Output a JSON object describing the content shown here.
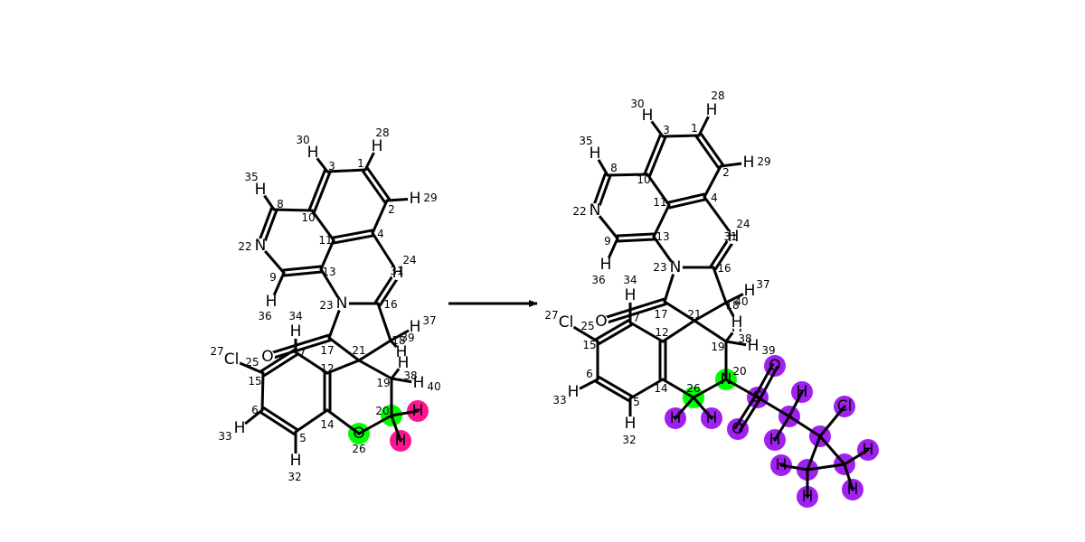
{
  "colors": {
    "reaction_center": "#00ff00",
    "leaving_atom": "#ff1493",
    "added_fragment": "#a020f0",
    "bond": "#000000",
    "background": "#ffffff"
  },
  "reactant": {
    "atoms": [
      {
        "id": "1",
        "el": "C"
      },
      {
        "id": "2",
        "el": "C"
      },
      {
        "id": "3",
        "el": "C"
      },
      {
        "id": "4",
        "el": "C"
      },
      {
        "id": "5",
        "el": "C"
      },
      {
        "id": "6",
        "el": "C"
      },
      {
        "id": "7",
        "el": "C"
      },
      {
        "id": "8",
        "el": "C"
      },
      {
        "id": "9",
        "el": "C"
      },
      {
        "id": "10",
        "el": "C"
      },
      {
        "id": "11",
        "el": "C"
      },
      {
        "id": "12",
        "el": "C"
      },
      {
        "id": "13",
        "el": "C"
      },
      {
        "id": "14",
        "el": "C"
      },
      {
        "id": "15",
        "el": "C"
      },
      {
        "id": "16",
        "el": "C"
      },
      {
        "id": "17",
        "el": "C"
      },
      {
        "id": "18",
        "el": "C"
      },
      {
        "id": "19",
        "el": "C"
      },
      {
        "id": "20",
        "el": "C",
        "hl": "reaction_center"
      },
      {
        "id": "21",
        "el": "C"
      },
      {
        "id": "22",
        "el": "N"
      },
      {
        "id": "23",
        "el": "N"
      },
      {
        "id": "24",
        "el": "O"
      },
      {
        "id": "25",
        "el": "Cl"
      },
      {
        "id": "26",
        "el": "O",
        "hl": "reaction_center"
      },
      {
        "id": "27",
        "el": "O"
      },
      {
        "id": "28",
        "el": "H"
      },
      {
        "id": "29",
        "el": "H"
      },
      {
        "id": "30",
        "el": "H"
      },
      {
        "id": "31",
        "el": "H"
      },
      {
        "id": "32",
        "el": "H"
      },
      {
        "id": "33",
        "el": "H"
      },
      {
        "id": "34",
        "el": "H"
      },
      {
        "id": "35",
        "el": "H"
      },
      {
        "id": "36",
        "el": "H"
      },
      {
        "id": "37",
        "el": "H"
      },
      {
        "id": "38",
        "el": "H"
      },
      {
        "id": "39",
        "el": "H"
      },
      {
        "id": "40",
        "el": "H"
      },
      {
        "id": "H_a",
        "el": "H",
        "hl": "leaving_atom"
      },
      {
        "id": "H_b",
        "el": "H",
        "hl": "leaving_atom"
      }
    ]
  },
  "product": {
    "atoms": [
      {
        "id": "1",
        "el": "C"
      },
      {
        "id": "2",
        "el": "C"
      },
      {
        "id": "3",
        "el": "C"
      },
      {
        "id": "4",
        "el": "C"
      },
      {
        "id": "5",
        "el": "C"
      },
      {
        "id": "6",
        "el": "C"
      },
      {
        "id": "7",
        "el": "C"
      },
      {
        "id": "8",
        "el": "C"
      },
      {
        "id": "9",
        "el": "C"
      },
      {
        "id": "10",
        "el": "C"
      },
      {
        "id": "11",
        "el": "C"
      },
      {
        "id": "12",
        "el": "C"
      },
      {
        "id": "13",
        "el": "C"
      },
      {
        "id": "14",
        "el": "C"
      },
      {
        "id": "15",
        "el": "C"
      },
      {
        "id": "16",
        "el": "C"
      },
      {
        "id": "17",
        "el": "C"
      },
      {
        "id": "18",
        "el": "C"
      },
      {
        "id": "19",
        "el": "C"
      },
      {
        "id": "20",
        "el": "N",
        "hl": "reaction_center"
      },
      {
        "id": "21",
        "el": "C"
      },
      {
        "id": "22",
        "el": "N"
      },
      {
        "id": "23",
        "el": "N"
      },
      {
        "id": "24",
        "el": "O"
      },
      {
        "id": "25",
        "el": "Cl"
      },
      {
        "id": "26",
        "el": "C",
        "hl": "reaction_center"
      },
      {
        "id": "27",
        "el": "O"
      },
      {
        "id": "28",
        "el": "H"
      },
      {
        "id": "29",
        "el": "H"
      },
      {
        "id": "30",
        "el": "H"
      },
      {
        "id": "31",
        "el": "H"
      },
      {
        "id": "32",
        "el": "H"
      },
      {
        "id": "33",
        "el": "H"
      },
      {
        "id": "34",
        "el": "H"
      },
      {
        "id": "35",
        "el": "H"
      },
      {
        "id": "36",
        "el": "H"
      },
      {
        "id": "37",
        "el": "H"
      },
      {
        "id": "38",
        "el": "H"
      },
      {
        "id": "39",
        "el": "H"
      },
      {
        "id": "40",
        "el": "H"
      },
      {
        "id": "H26a",
        "el": "H",
        "hl": "added_fragment"
      },
      {
        "id": "H26b",
        "el": "H",
        "hl": "added_fragment"
      },
      {
        "id": "S",
        "el": "S",
        "hl": "added_fragment"
      },
      {
        "id": "Os1",
        "el": "O",
        "hl": "added_fragment"
      },
      {
        "id": "Os2",
        "el": "O",
        "hl": "added_fragment"
      },
      {
        "id": "Ca",
        "el": "C",
        "hl": "added_fragment"
      },
      {
        "id": "Cb",
        "el": "C",
        "hl": "added_fragment"
      },
      {
        "id": "Cc",
        "el": "C",
        "hl": "added_fragment"
      },
      {
        "id": "Cd",
        "el": "C",
        "hl": "added_fragment"
      },
      {
        "id": "Cl2",
        "el": "Cl",
        "hl": "added_fragment"
      },
      {
        "id": "Ha1",
        "el": "H",
        "hl": "added_fragment"
      },
      {
        "id": "Ha2",
        "el": "H",
        "hl": "added_fragment"
      },
      {
        "id": "Hc1",
        "el": "H",
        "hl": "added_fragment"
      },
      {
        "id": "Hc2",
        "el": "H",
        "hl": "added_fragment"
      },
      {
        "id": "Hd1",
        "el": "H",
        "hl": "added_fragment"
      },
      {
        "id": "Hd2",
        "el": "H",
        "hl": "added_fragment"
      }
    ]
  }
}
